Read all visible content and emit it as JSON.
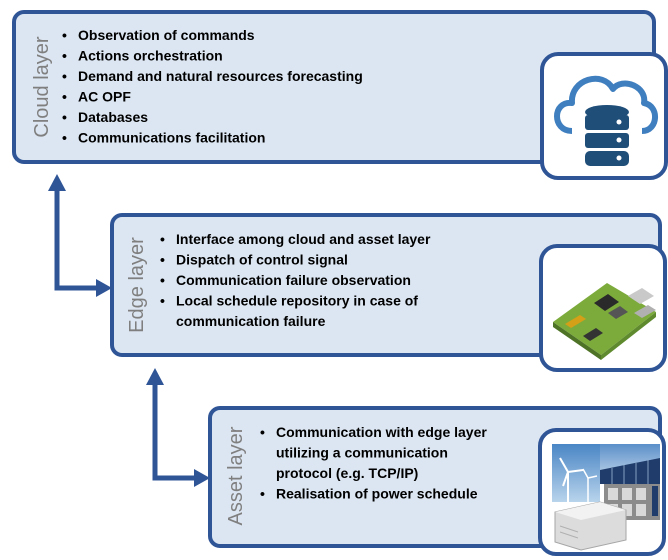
{
  "layers": [
    {
      "title": "Cloud layer",
      "bullets": [
        [
          "Observation of commands"
        ],
        [
          "Actions orchestration"
        ],
        [
          "Demand and natural resources forecasting"
        ],
        [
          "AC OPF"
        ],
        [
          "Databases"
        ],
        [
          "Communications facilitation"
        ]
      ],
      "icon": "cloud-database-icon"
    },
    {
      "title": "Edge layer",
      "bullets": [
        [
          "Interface among cloud and asset layer"
        ],
        [
          "Dispatch of control signal"
        ],
        [
          "Communication failure observation"
        ],
        [
          "Local schedule repository in case of",
          "communication failure"
        ]
      ],
      "icon": "circuit-board-icon"
    },
    {
      "title": "Asset layer",
      "bullets": [
        [
          "Communication with edge layer",
          "utilizing a communication",
          "protocol (e.g. TCP/IP)"
        ],
        [
          "Realisation of power schedule"
        ]
      ],
      "icon": "energy-assets-collage-icon"
    }
  ],
  "bullet_symbol": "•",
  "colors": {
    "box_fill": "#dce6f2",
    "box_border": "#2f5597",
    "title_text": "#7f7f7f",
    "arrow": "#2f5597"
  }
}
